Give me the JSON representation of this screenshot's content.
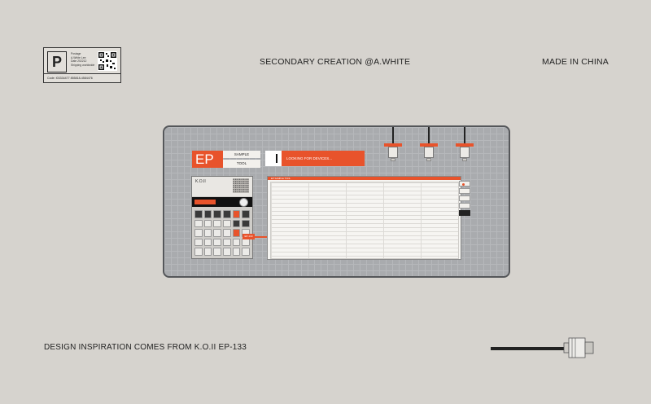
{
  "postage": {
    "letter": "P",
    "lines": [
      "Postage",
      "A.White Lee",
      "Date 202212",
      "Shipping worldwide"
    ],
    "code": "Code: I03334477 855818-4584476"
  },
  "header": {
    "center": "SECONDARY CREATION @A.WHITE",
    "right": "MADE IN CHINA"
  },
  "device": {
    "logo": "EP",
    "sub1": "SAMPLE",
    "sub2": "TOOL",
    "search_text": "LOOKING FOR DEVICES...",
    "brand": "K.O.II",
    "panel_bar": "EP SAMPLE TOOL",
    "arrow_tag": "EP-133"
  },
  "footer": {
    "left": "DESIGN INSPIRATION COMES FROM K.O.II  EP-133"
  },
  "colors": {
    "accent": "#e8532b",
    "background": "#d6d3ce",
    "board": "#a9abae"
  }
}
